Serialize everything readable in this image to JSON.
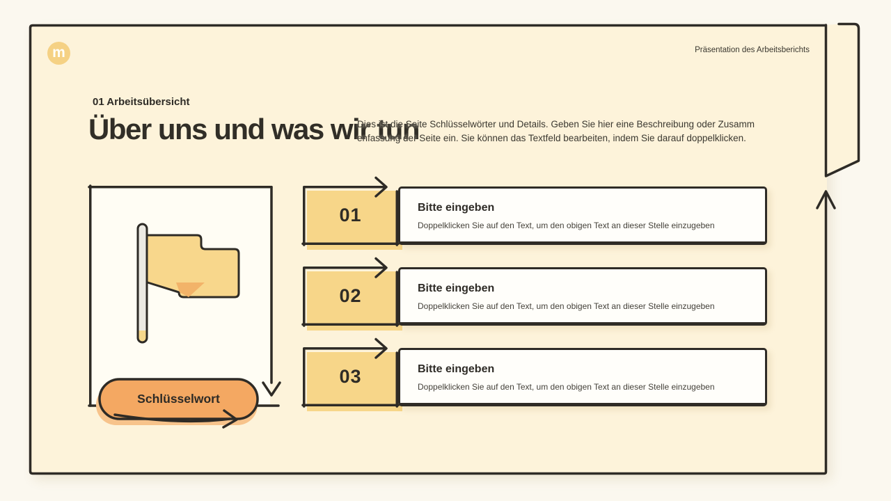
{
  "header": {
    "logo_letter": "m",
    "top_right_note": "Präsentation des Arbeitsberichts",
    "kicker": "01 Arbeitsübersicht",
    "title": "Über uns und was wir tun",
    "description_line1": "Dies ist die Seite Schlüsselwörter und Details. Geben Sie hier eine Beschreibung oder Zusamm",
    "description_line2": "enfassung der Seite ein. Sie können das Textfeld bearbeiten, indem Sie darauf doppelklicken."
  },
  "keyword_panel": {
    "label": "Schlüsselwort",
    "icon": "flag-icon"
  },
  "steps": [
    {
      "number": "01",
      "title": "Bitte eingeben",
      "subtitle": "Doppelklicken Sie auf den Text, um den obigen Text an dieser Stelle einzugeben"
    },
    {
      "number": "02",
      "title": "Bitte eingeben",
      "subtitle": "Doppelklicken Sie auf den Text, um den obigen Text an dieser Stelle einzugeben"
    },
    {
      "number": "03",
      "title": "Bitte eingeben",
      "subtitle": "Doppelklicken Sie auf den Text, um den obigen Text an dieser Stelle einzugeben"
    }
  ],
  "colors": {
    "outside_background": "#fbf8ef",
    "slide_background": "#fdf3da",
    "stroke_dark": "#2e2b26",
    "accent_yellow": "#f7d689",
    "accent_orange": "#f4a862",
    "card_white": "#fffefa"
  }
}
